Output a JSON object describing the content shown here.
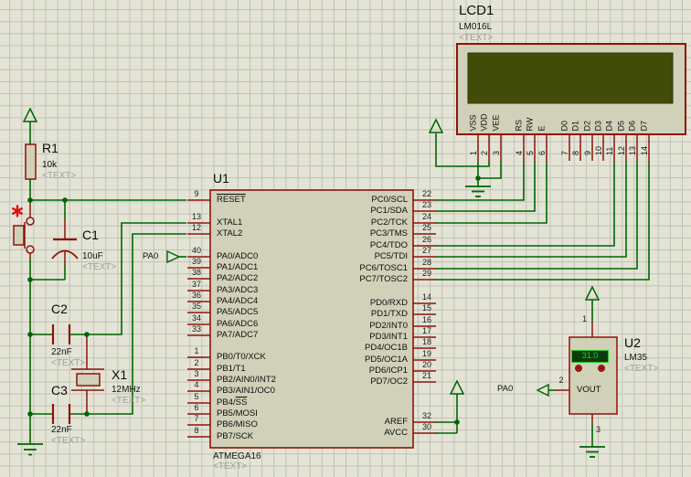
{
  "colors": {
    "wire": "#006400",
    "component_outline": "#8e1309",
    "component_fill": "#d1d0b8",
    "lcd_screen": "#404c08",
    "display_bg": "#0b3d0b",
    "display_accent": "#2dc82d",
    "placeholder_text": "#9e9e96",
    "actuator_red": "#dd1111"
  },
  "u1": {
    "ref": "U1",
    "part": "ATMEGA16",
    "placeholder": "<TEXT>",
    "left_pins": [
      {
        "num": "9",
        "name": "",
        "ov": "RESET"
      },
      {
        "num": "13",
        "name": "XTAL1"
      },
      {
        "num": "12",
        "name": "XTAL2"
      },
      {
        "num": "40",
        "name": "PA0/ADC0"
      },
      {
        "num": "39",
        "name": "PA1/ADC1"
      },
      {
        "num": "38",
        "name": "PA2/ADC2"
      },
      {
        "num": "37",
        "name": "PA3/ADC3"
      },
      {
        "num": "36",
        "name": "PA4/ADC4"
      },
      {
        "num": "35",
        "name": "PA5/ADC5"
      },
      {
        "num": "34",
        "name": "PA6/ADC6"
      },
      {
        "num": "33",
        "name": "PA7/ADC7"
      },
      {
        "num": "1",
        "name": "PB0/T0/XCK"
      },
      {
        "num": "2",
        "name": "PB1/T1"
      },
      {
        "num": "3",
        "name": "PB2/AIN0/INT2"
      },
      {
        "num": "4",
        "name": "PB3/AIN1/OC0"
      },
      {
        "num": "5",
        "name": "PB4/",
        "ov": "SS"
      },
      {
        "num": "6",
        "name": "PB5/MOSI"
      },
      {
        "num": "7",
        "name": "PB6/MISO"
      },
      {
        "num": "8",
        "name": "PB7/SCK"
      }
    ],
    "right_pins": [
      {
        "num": "22",
        "name": "PC0/SCL"
      },
      {
        "num": "23",
        "name": "PC1/SDA"
      },
      {
        "num": "24",
        "name": "PC2/TCK"
      },
      {
        "num": "25",
        "name": "PC3/TMS"
      },
      {
        "num": "26",
        "name": "PC4/TDO"
      },
      {
        "num": "27",
        "name": "PC5/TDI"
      },
      {
        "num": "28",
        "name": "PC6/TOSC1"
      },
      {
        "num": "29",
        "name": "PC7/TOSC2"
      },
      {
        "num": "14",
        "name": "PD0/RXD"
      },
      {
        "num": "15",
        "name": "PD1/TXD"
      },
      {
        "num": "16",
        "name": "PD2/INT0"
      },
      {
        "num": "17",
        "name": "PD3/INT1"
      },
      {
        "num": "18",
        "name": "PD4/OC1B"
      },
      {
        "num": "19",
        "name": "PD5/OC1A"
      },
      {
        "num": "20",
        "name": "PD6/ICP1"
      },
      {
        "num": "21",
        "name": "PD7/OC2"
      },
      {
        "num": "32",
        "name": "AREF"
      },
      {
        "num": "30",
        "name": "AVCC"
      }
    ]
  },
  "lcd1": {
    "ref": "LCD1",
    "part": "LM016L",
    "placeholder": "<TEXT>",
    "pins": [
      {
        "num": "1",
        "name": "VSS"
      },
      {
        "num": "2",
        "name": "VDD"
      },
      {
        "num": "3",
        "name": "VEE"
      },
      {
        "num": "4",
        "name": "RS"
      },
      {
        "num": "5",
        "name": "RW"
      },
      {
        "num": "6",
        "name": "E"
      },
      {
        "num": "7",
        "name": "D0"
      },
      {
        "num": "8",
        "name": "D1"
      },
      {
        "num": "9",
        "name": "D2"
      },
      {
        "num": "10",
        "name": "D3"
      },
      {
        "num": "11",
        "name": "D4"
      },
      {
        "num": "12",
        "name": "D5"
      },
      {
        "num": "13",
        "name": "D6"
      },
      {
        "num": "14",
        "name": "D7"
      }
    ]
  },
  "u2": {
    "ref": "U2",
    "part": "LM35",
    "placeholder": "<TEXT>",
    "display_value": "31.0",
    "pins": [
      {
        "num": "1",
        "name": ""
      },
      {
        "num": "2",
        "name": "VOUT"
      },
      {
        "num": "3",
        "name": ""
      }
    ]
  },
  "r1": {
    "ref": "R1",
    "value": "10k",
    "placeholder": "<TEXT>"
  },
  "c1": {
    "ref": "C1",
    "value": "10uF",
    "placeholder": "<TEXT>"
  },
  "c2": {
    "ref": "C2",
    "value": "22nF",
    "placeholder": "<TEXT>"
  },
  "c3": {
    "ref": "C3",
    "value": "22nF",
    "placeholder": "<TEXT>"
  },
  "x1": {
    "ref": "X1",
    "value": "12MHz",
    "placeholder": "<TEXT>"
  },
  "net_labels": {
    "u1_pa0": "PA0",
    "u2_pa0": "PA0"
  }
}
